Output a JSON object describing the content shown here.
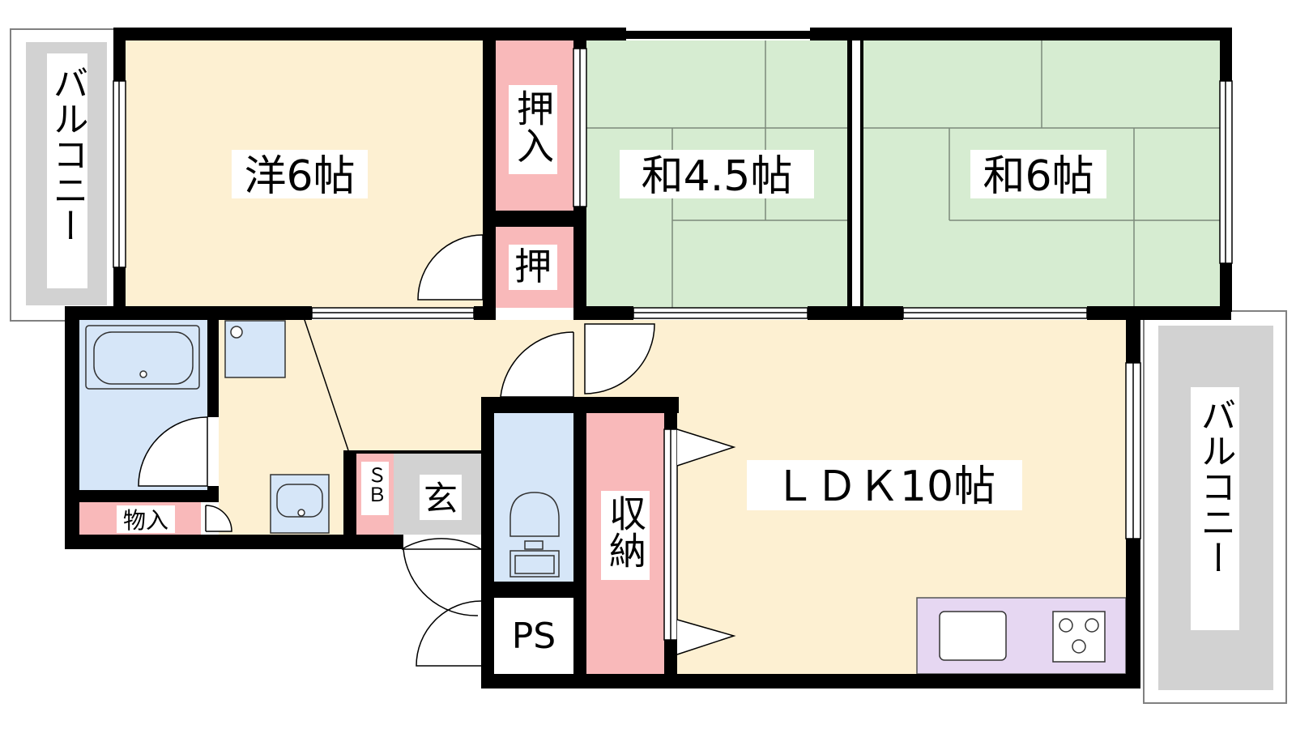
{
  "colors": {
    "western_floor": "#fdf0d2",
    "tatami": "#d6ecd1",
    "storage": "#f9b9ba",
    "balcony": "#d2d2d2",
    "wet_area": "#d6e6f8",
    "kitchen": "#e6d7f2",
    "entrance": "#d2d2d2",
    "wall": "#000000"
  },
  "rooms": {
    "western_6": "洋6帖",
    "japanese_45": "和4.5帖",
    "japanese_6": "和6帖",
    "ldk": "ＬＤＫ10帖",
    "closet_upper": "押入",
    "closet_lower": "押",
    "storage": "収納",
    "entrance": "玄",
    "shoe_box": "ＳＢ",
    "storage_small": "物入",
    "pipe_space": "PS"
  },
  "balconies": {
    "left": "バルコニー",
    "right": "バルコニー"
  },
  "fixtures": {
    "bathtub": "bathtub-icon",
    "toilet": "toilet-icon",
    "sink": "sink-icon",
    "stove": "stove-icon",
    "washer": "washer-icon"
  }
}
